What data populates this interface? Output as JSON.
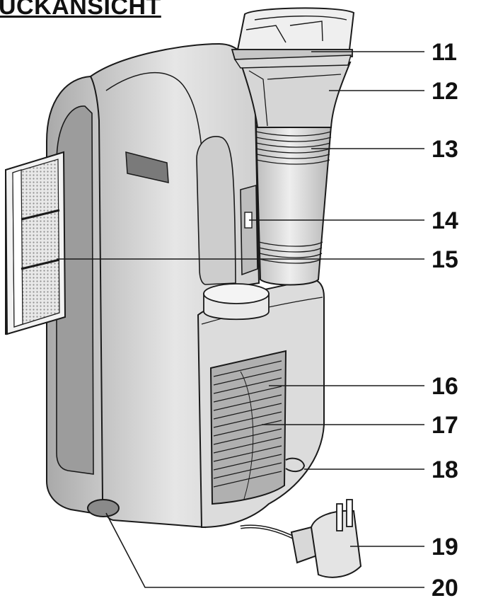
{
  "title": "ÜCKANSICHT",
  "callouts": [
    {
      "id": "11",
      "label": "11"
    },
    {
      "id": "12",
      "label": "12"
    },
    {
      "id": "13",
      "label": "13"
    },
    {
      "id": "14",
      "label": "14"
    },
    {
      "id": "15",
      "label": "15"
    },
    {
      "id": "16",
      "label": "16"
    },
    {
      "id": "17",
      "label": "17"
    },
    {
      "id": "18",
      "label": "18"
    },
    {
      "id": "19",
      "label": "19"
    },
    {
      "id": "20",
      "label": "20"
    }
  ],
  "colors": {
    "body_light": "#e2e2e2",
    "body_mid": "#c8c8c8",
    "body_dark": "#9a9a9a",
    "panel": "#b9b9b9",
    "outline": "#1a1a1a",
    "filter_dots": "#9e9e9e"
  }
}
